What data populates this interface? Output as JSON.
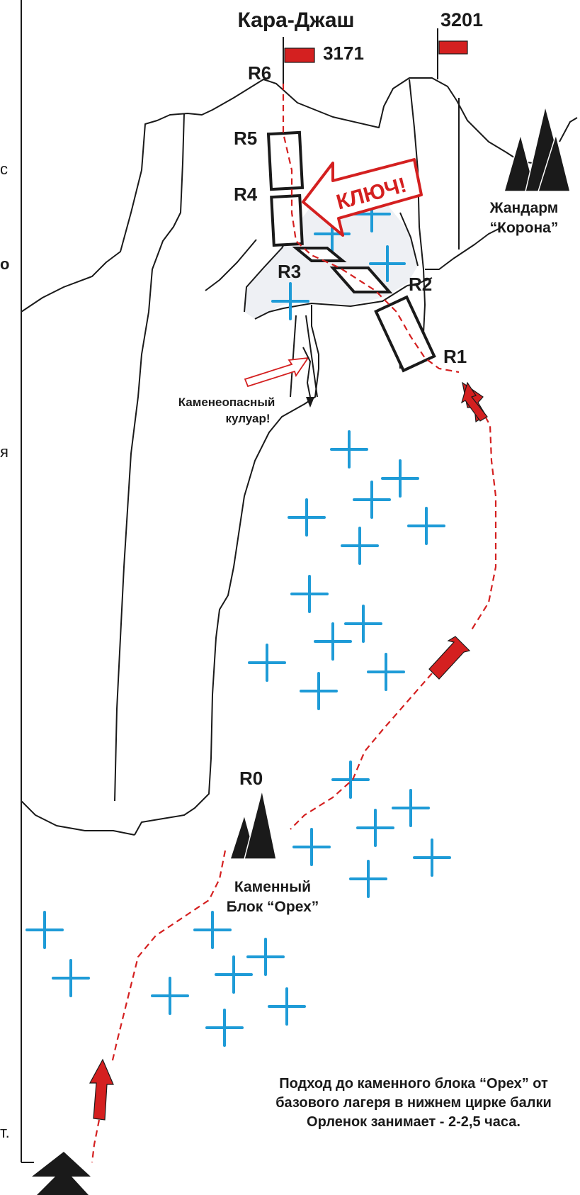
{
  "diagram": {
    "peaks": [
      {
        "name": "Кара-Джаш"
      },
      {
        "elevation": "3201"
      },
      {
        "elevation": "3171"
      }
    ],
    "stations": [
      "R6",
      "R5",
      "R4",
      "R3",
      "R2",
      "R1",
      "R0"
    ],
    "key_label": "КЛЮЧ!",
    "gendarme": {
      "line1": "Жандарм",
      "line2": "“Корона”"
    },
    "couloir": {
      "line1": "Каменеопасный",
      "line2": "кулуар!"
    },
    "boulder": {
      "line1": "Каменный",
      "line2": "Блок “Орех”"
    },
    "note": {
      "line1": "Подход до каменного блока “Орех” от",
      "line2": "базового лагеря в нижнем цирке балки",
      "line3": "Орленок занимает - 2-2,5 часа."
    },
    "margin_fragments": [
      "с",
      "о",
      "я",
      "т."
    ],
    "colors": {
      "route": "#d42020",
      "flag": "#d42020",
      "snow_cross": "#1e9bd7",
      "outline": "#1a1a1a",
      "snowfield": "#eef0f4"
    }
  }
}
